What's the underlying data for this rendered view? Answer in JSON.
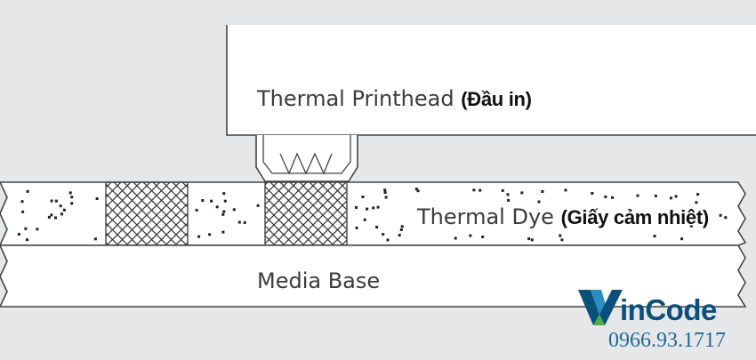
{
  "labels": {
    "printhead": "Thermal Printhead",
    "printhead_vi": "(Đầu in)",
    "dye": "Thermal Dye",
    "dye_vi": "(Giấy cảm nhiệt)",
    "media_base": "Media Base"
  },
  "brand": {
    "logo_text": "inCode",
    "phone": "0966.93.1717",
    "colors": {
      "dark_blue": "#0b4f7b",
      "light_blue": "#2a8fc4",
      "green": "#4cae4a"
    }
  }
}
